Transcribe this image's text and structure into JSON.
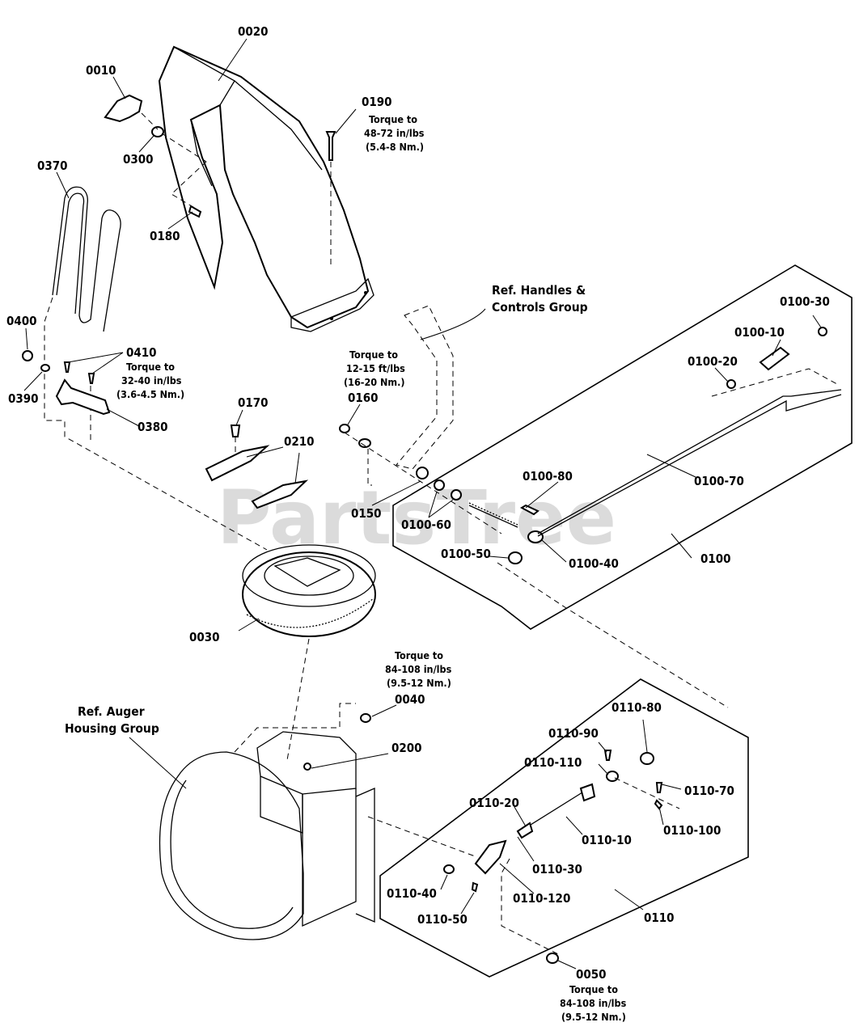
{
  "watermark": "PartsTree",
  "callouts": {
    "c0010": "0010",
    "c0020": "0020",
    "c0030": "0030",
    "c0040": "0040",
    "c0050": "0050",
    "c0100": "0100",
    "c0100_10": "0100-10",
    "c0100_20": "0100-20",
    "c0100_30": "0100-30",
    "c0100_40": "0100-40",
    "c0100_50": "0100-50",
    "c0100_60": "0100-60",
    "c0100_70": "0100-70",
    "c0100_80": "0100-80",
    "c0110": "0110",
    "c0110_10": "0110-10",
    "c0110_20": "0110-20",
    "c0110_30": "0110-30",
    "c0110_40": "0110-40",
    "c0110_50": "0110-50",
    "c0110_70": "0110-70",
    "c0110_80": "0110-80",
    "c0110_90": "0110-90",
    "c0110_100": "0110-100",
    "c0110_110": "0110-110",
    "c0110_120": "0110-120",
    "c0150": "0150",
    "c0160": "0160",
    "c0170": "0170",
    "c0180": "0180",
    "c0190": "0190",
    "c0200": "0200",
    "c0210": "0210",
    "c0300": "0300",
    "c0370": "0370",
    "c0380": "0380",
    "c0390": "0390",
    "c0400": "0400",
    "c0410": "0410"
  },
  "torque_notes": {
    "t0190": [
      "Torque to",
      "48-72 in/lbs",
      "(5.4-8 Nm.)"
    ],
    "t0410": [
      "Torque to",
      "32-40 in/lbs",
      "(3.6-4.5 Nm.)"
    ],
    "t0160": [
      "Torque to",
      "12-15 ft/lbs",
      "(16-20 Nm.)"
    ],
    "t0040": [
      "Torque to",
      "84-108 in/lbs",
      "(9.5-12 Nm.)"
    ],
    "t0050": [
      "Torque to",
      "84-108 in/lbs",
      "(9.5-12 Nm.)"
    ]
  },
  "reference_groups": {
    "handles": [
      "Ref. Handles &",
      "Controls Group"
    ],
    "auger": [
      "Ref. Auger",
      "Housing Group"
    ]
  }
}
